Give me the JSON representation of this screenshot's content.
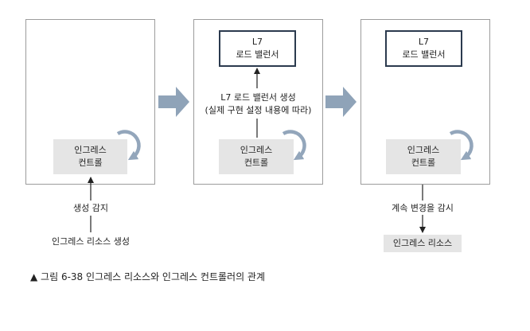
{
  "stage1": {
    "controller": {
      "line1": "인그레스",
      "line2": "컨트롤"
    },
    "detect_label": "생성 감지",
    "source_label": "인그레스 리소스 생성"
  },
  "stage2": {
    "lb": {
      "line1": "L7",
      "line2": "로드 밸런서"
    },
    "note": {
      "line1": "L7 로드 밸런서 생성",
      "line2": "(실제 구현 설정 내용에 따라)"
    },
    "controller": {
      "line1": "인그레스",
      "line2": "컨트롤"
    }
  },
  "stage3": {
    "lb": {
      "line1": "L7",
      "line2": "로드 밸런서"
    },
    "controller": {
      "line1": "인그레스",
      "line2": "컨트롤"
    },
    "watch_label": "계속 변경을 감시",
    "resource_label": "인그레스 리소스"
  },
  "caption": "▲ 그림 6-38 인그레스 리소스와 인그레스 컨트롤러의 관계",
  "colors": {
    "flow_arrow": "#8fa3b8",
    "loop_icon": "#93a6bb",
    "outline": "#2b3a4e",
    "box_fill": "#e5e5e5"
  }
}
